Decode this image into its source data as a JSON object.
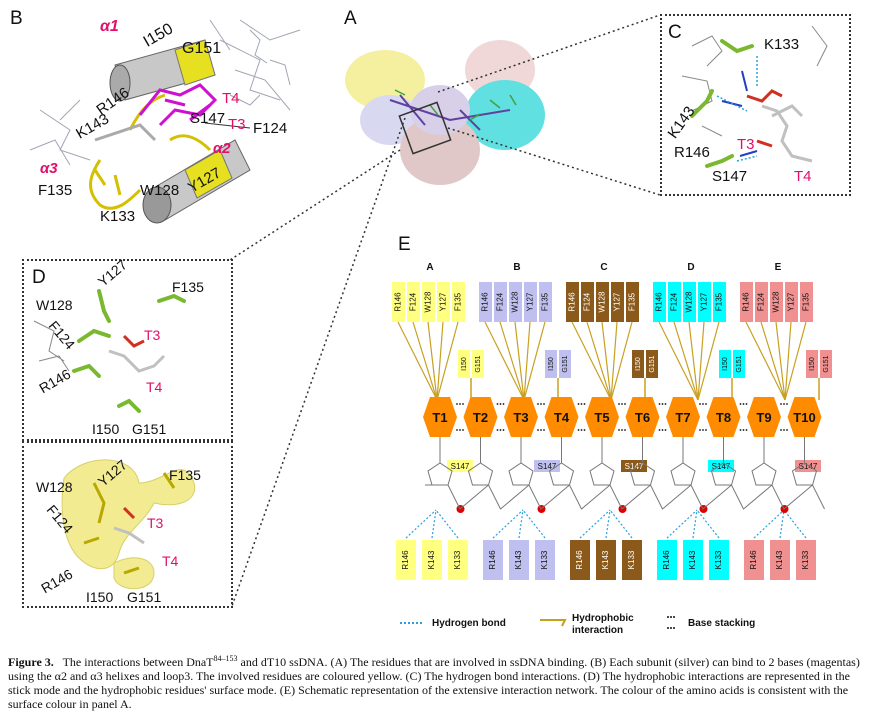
{
  "panels": {
    "a": {
      "letter": "A"
    },
    "b": {
      "letter": "B",
      "labels": [
        "α1",
        "I150",
        "G151",
        "T4",
        "R146",
        "S147",
        "T3",
        "K143",
        "F124",
        "α2",
        "α3",
        "F135",
        "W128",
        "Y127",
        "K133"
      ]
    },
    "c": {
      "letter": "C",
      "labels": [
        "K133",
        "K143",
        "R146",
        "T3",
        "S147",
        "T4"
      ]
    },
    "d": {
      "letter": "D",
      "labels": [
        "Y127",
        "F135",
        "W128",
        "F124",
        "T3",
        "R146",
        "T4",
        "I150",
        "G151"
      ]
    },
    "d2": {
      "labels": [
        "W128",
        "Y127",
        "F135",
        "F124",
        "T3",
        "T4",
        "R146",
        "I150",
        "G151"
      ]
    },
    "e": {
      "letter": "E",
      "groups": [
        {
          "letter": "A",
          "color": "#ffff80",
          "s147_color": "#ffff80"
        },
        {
          "letter": "B",
          "color": "#c0c0f0",
          "s147_color": "#c0c0f0"
        },
        {
          "letter": "C",
          "color": "#8b5a1a",
          "s147_color": "#8b5a1a"
        },
        {
          "letter": "D",
          "color": "#00ffff",
          "s147_color": "#00ffff"
        },
        {
          "letter": "E",
          "color": "#f09090",
          "s147_color": "#f09090"
        }
      ],
      "top_residues": [
        "R146",
        "F124",
        "W128",
        "Y127",
        "F135"
      ],
      "mid_residues": [
        "I150",
        "G151"
      ],
      "bottom_residues": [
        "R146",
        "K143",
        "K133"
      ],
      "s147_label": "S147",
      "nucleotides": [
        "T1",
        "T2",
        "T3",
        "T4",
        "T5",
        "T6",
        "T7",
        "T8",
        "T9",
        "T10"
      ],
      "legend": {
        "hbond": "Hydrogen bond",
        "hydrophobic_1": "Hydrophobic",
        "hydrophobic_2": "interaction",
        "stacking": "Base stacking"
      },
      "colors": {
        "nucleotide": "#ff8c00",
        "hbond": "#2aa0e0",
        "hydrophobic": "#c8a020",
        "phosphate": "#e00000"
      }
    }
  },
  "caption": {
    "label": "Figure 3.",
    "text_before": "The interactions between DnaT",
    "superscript": "84–153",
    "text_after": " and dT10 ssDNA. (A) The residues that are involved in ssDNA binding. (B) Each subunit (silver) can bind to 2 bases (magentas) using the α2 and α3 helixes and loop3. The involved residues are coloured yellow. (C) The hydrogen bond interactions. (D) The hydrophobic interactions are represented in the stick mode and the hydrophobic residues' surface mode. (E) Schematic representation of the extensive interaction network. The colour of the amino acids is consistent with the surface colour in panel A."
  }
}
